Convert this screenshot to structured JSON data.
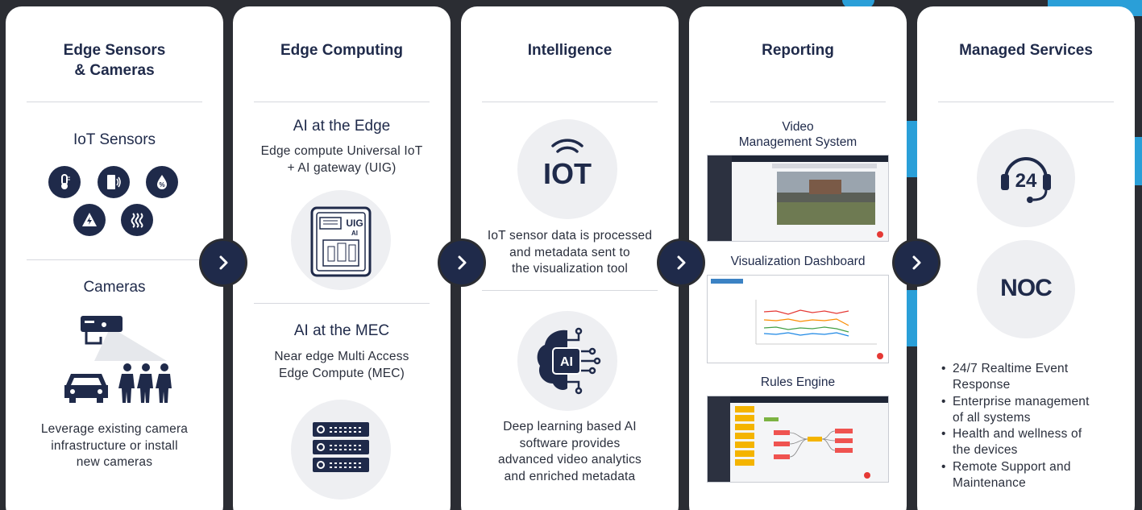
{
  "colors": {
    "navy": "#1f2a4a",
    "accent_blue": "#2a9fd8",
    "background": "#2b2d33",
    "panel": "#ffffff"
  },
  "panel1": {
    "title": "Edge Sensors\n& Cameras",
    "iot_heading": "IoT Sensors",
    "sensor_icons": [
      "thermometer-icon",
      "door-sensor-icon",
      "humidity-icon",
      "power-icon",
      "heat-icon"
    ],
    "cameras_heading": "Cameras",
    "camera_icons": [
      "security-camera-icon",
      "car-icon",
      "people-icon"
    ],
    "description": "Leverage existing camera\ninfrastructure or install\nnew cameras"
  },
  "panel2": {
    "title": "Edge Computing",
    "edge_heading": "AI at the Edge",
    "edge_description": "Edge compute Universal IoT\n+ AI gateway (UIG)",
    "uig_label": "UIG",
    "uig_sub": "AI",
    "mec_heading": "AI at the MEC",
    "mec_description": "Near edge Multi Access\nEdge Compute (MEC)",
    "icons": [
      "gateway-device-icon",
      "server-rack-icon"
    ]
  },
  "panel3": {
    "title": "Intelligence",
    "iot_logo": "IOT",
    "iot_description": "IoT sensor data is processed\nand metadata sent to\nthe visualization tool",
    "ai_label": "AI",
    "ai_description": "Deep learning based AI\nsoftware provides\nadvanced video analytics\nand enriched metadata",
    "icons": [
      "iot-signal-icon",
      "ai-brain-icon"
    ]
  },
  "panel4": {
    "title": "Reporting",
    "vms_heading": "Video\nManagement System",
    "dashboard_heading": "Visualization Dashboard",
    "rules_heading": "Rules Engine"
  },
  "panel5": {
    "title": "Managed Services",
    "support_label": "24",
    "noc_label": "NOC",
    "bullets": [
      "24/7 Realtime Event\nResponse",
      "Enterprise management\nof all systems",
      "Health and wellness of\nthe devices",
      "Remote Support and\nMaintenance"
    ],
    "icons": [
      "headset-24-icon",
      "noc-icon"
    ]
  },
  "flow_arrows": [
    "chevron-right-icon",
    "chevron-right-icon",
    "chevron-right-icon",
    "chevron-right-icon"
  ]
}
